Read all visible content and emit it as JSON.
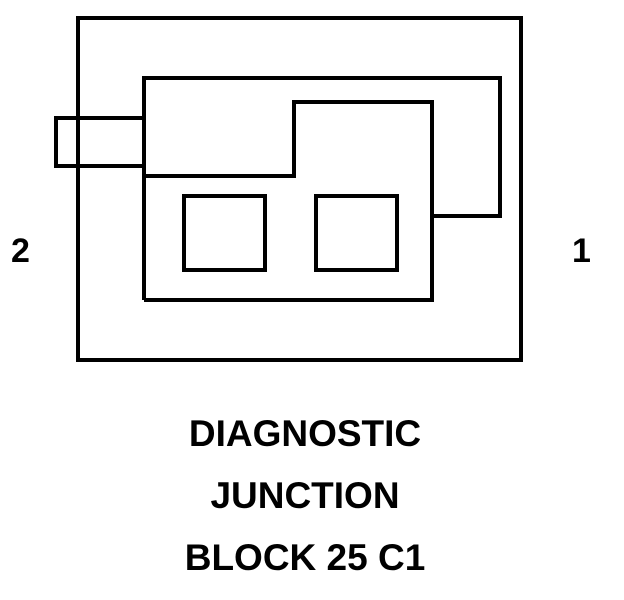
{
  "pins": {
    "left": "2",
    "right": "1"
  },
  "caption": {
    "line1": "DIAGNOSTIC",
    "line2": "JUNCTION",
    "line3": "BLOCK 25 C1"
  },
  "colors": {
    "stroke": "#000000",
    "background": "#ffffff"
  }
}
